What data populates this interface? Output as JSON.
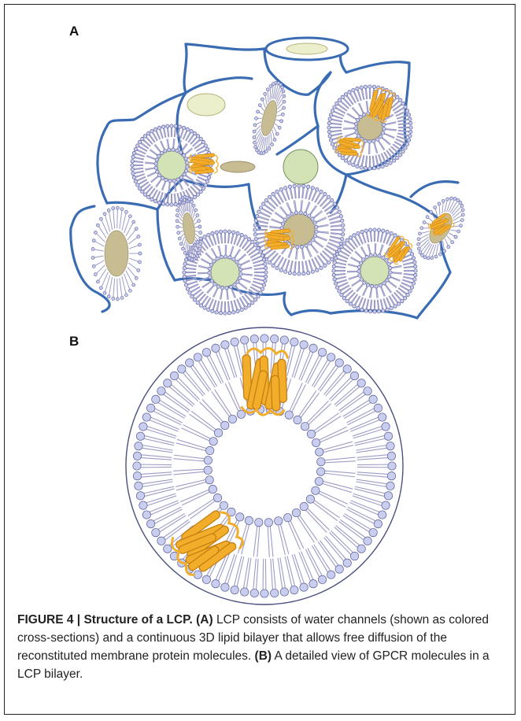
{
  "figure": {
    "panel_a_label": "A",
    "panel_b_label": "B",
    "caption": {
      "figure_number": "FIGURE 4 | ",
      "title": "Structure of a LCP.",
      "part_a_ref": "(A)",
      "part_a_text": "LCP consists of water channels (shown as colored cross-sections) and a continuous 3D lipid bilayer that allows free diffusion of the reconstituted membrane protein molecules.",
      "part_b_ref": "(B)",
      "part_b_text": "A detailed view of GPCR molecules in a LCP bilayer."
    }
  },
  "colors": {
    "channel_outline": "#3a6cb3",
    "lipid_tail": "#9c9cc8",
    "lipid_head_fill": "#c9cdee",
    "lipid_head_stroke": "#5b5f9a",
    "water_green": "#d4e3b5",
    "water_tan": "#c8bd92",
    "water_pale": "#ebefcc",
    "protein_gold": "#f2ad2a",
    "protein_dark": "#c47e10",
    "ring_outline": "#4a4f80"
  }
}
